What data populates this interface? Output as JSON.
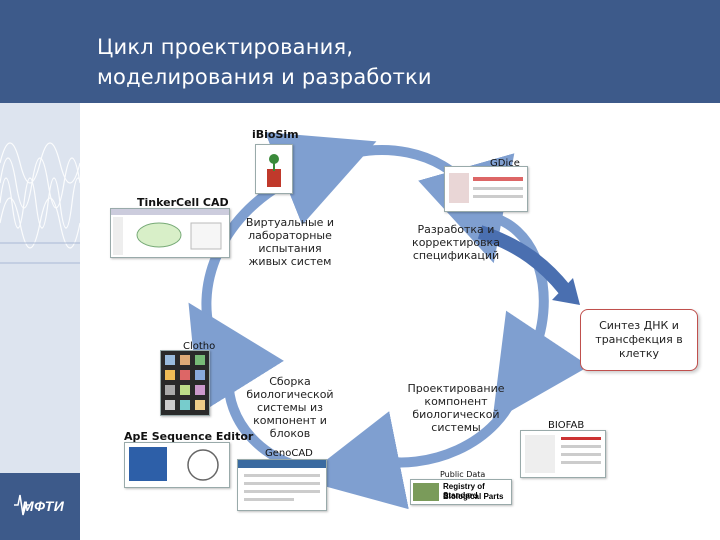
{
  "slide": {
    "title_line1": "Цикл проектирования,",
    "title_line2": "моделирования и разработки"
  },
  "logo": {
    "text": "МФТИ"
  },
  "cycle": {
    "step1": "Виртуальные и лабораторные испытания живых систем",
    "step2": "Разработка и корректировка спецификаций",
    "step3": "Проектирование компонент биологической системы",
    "step4": "Сборка биологической системы из компонент и блоков"
  },
  "callout": {
    "text": "Синтез ДНК и трансфекция в клетку"
  },
  "tools": {
    "ibiosim": "iBioSim",
    "gdice": "GDice",
    "tinkercell": "TinkerCell CAD",
    "clotho": "Clotho",
    "ape": "ApE Sequence Editor",
    "genocad": "GenoCAD",
    "biofab": "BIOFAB",
    "publicdata": "Public Data",
    "registry_line1": "Registry of Standard",
    "registry_line2": "Biological Parts"
  },
  "colors": {
    "header": "#3d5a8a",
    "cycle_stroke": "#7f9fd0",
    "cycle_fill": "#ffffff",
    "arrow": "#4a6fb0",
    "callout_border": "#c0504d"
  }
}
